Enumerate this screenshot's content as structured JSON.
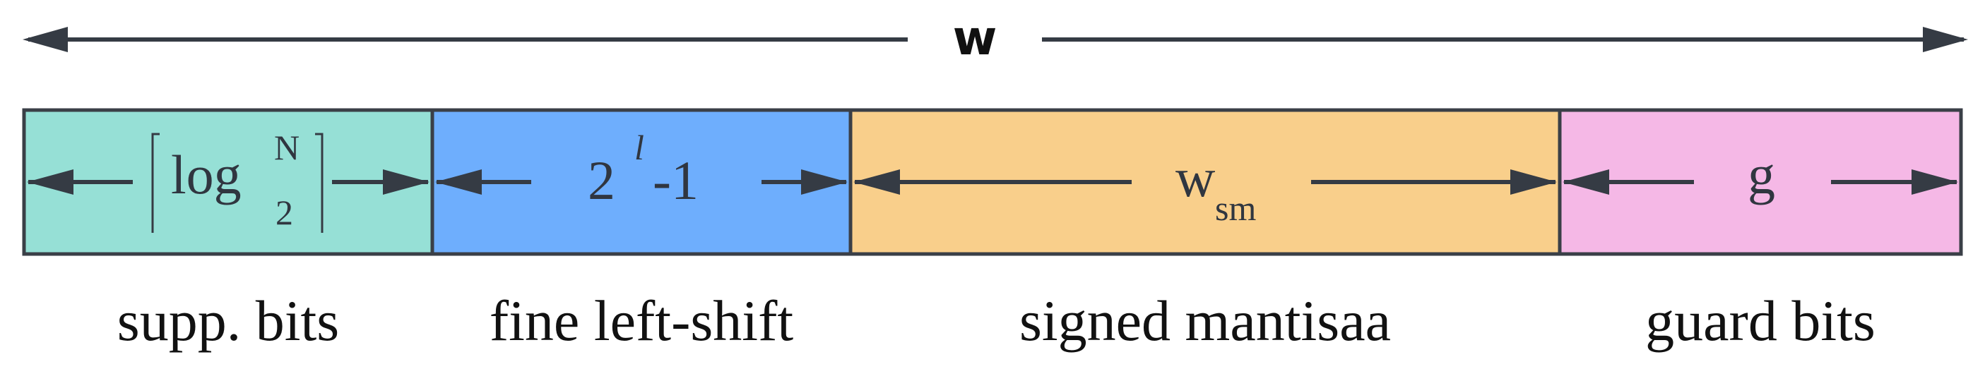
{
  "diagram": {
    "total_width_label": "w",
    "segments": [
      {
        "fill": "#96e0d6",
        "caption": "supp. bits",
        "formula": {
          "base": "log",
          "sup": "N",
          "sub": "2",
          "ceil": true
        }
      },
      {
        "fill": "#6eaefd",
        "caption": "fine left-shift",
        "formula": {
          "base": "2",
          "sup": "l",
          "tail": "-1"
        }
      },
      {
        "fill": "#f9cf8b",
        "caption": "signed mantisaa",
        "formula": {
          "base": "w",
          "sub": "sm"
        }
      },
      {
        "fill": "#f5b8e6",
        "caption": "guard bits",
        "formula": {
          "base": "g"
        }
      }
    ],
    "colors": {
      "stroke": "#3a3f47",
      "arrow": "#353b44",
      "text": "#111111"
    }
  }
}
